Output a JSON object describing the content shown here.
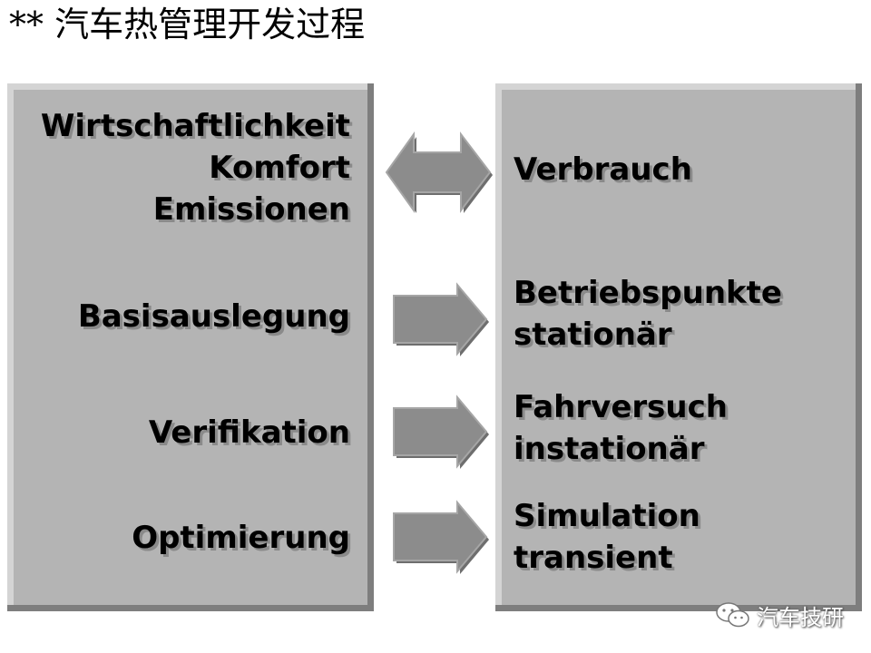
{
  "title": "** 汽车热管理开发过程",
  "left_panel": {
    "groups": [
      {
        "lines": [
          "Wirtschaftlichkeit",
          "Komfort",
          "Emissionen"
        ]
      },
      {
        "lines": [
          "Basisauslegung"
        ]
      },
      {
        "lines": [
          "Verifikation"
        ]
      },
      {
        "lines": [
          "Optimierung"
        ]
      }
    ]
  },
  "right_panel": {
    "groups": [
      {
        "lines": [
          "Verbrauch"
        ]
      },
      {
        "lines": [
          "Betriebspunkte",
          "stationär"
        ]
      },
      {
        "lines": [
          "Fahrversuch",
          "instationär"
        ]
      },
      {
        "lines": [
          "Simulation",
          "transient"
        ]
      }
    ]
  },
  "arrows": [
    "bidirectional",
    "right",
    "right",
    "right"
  ],
  "colors": {
    "panel": "#b4b4b4",
    "arrow": "#8c8c8c",
    "text": "#000000"
  },
  "watermark": {
    "icon": "wechat-icon",
    "text": "汽车技研"
  }
}
